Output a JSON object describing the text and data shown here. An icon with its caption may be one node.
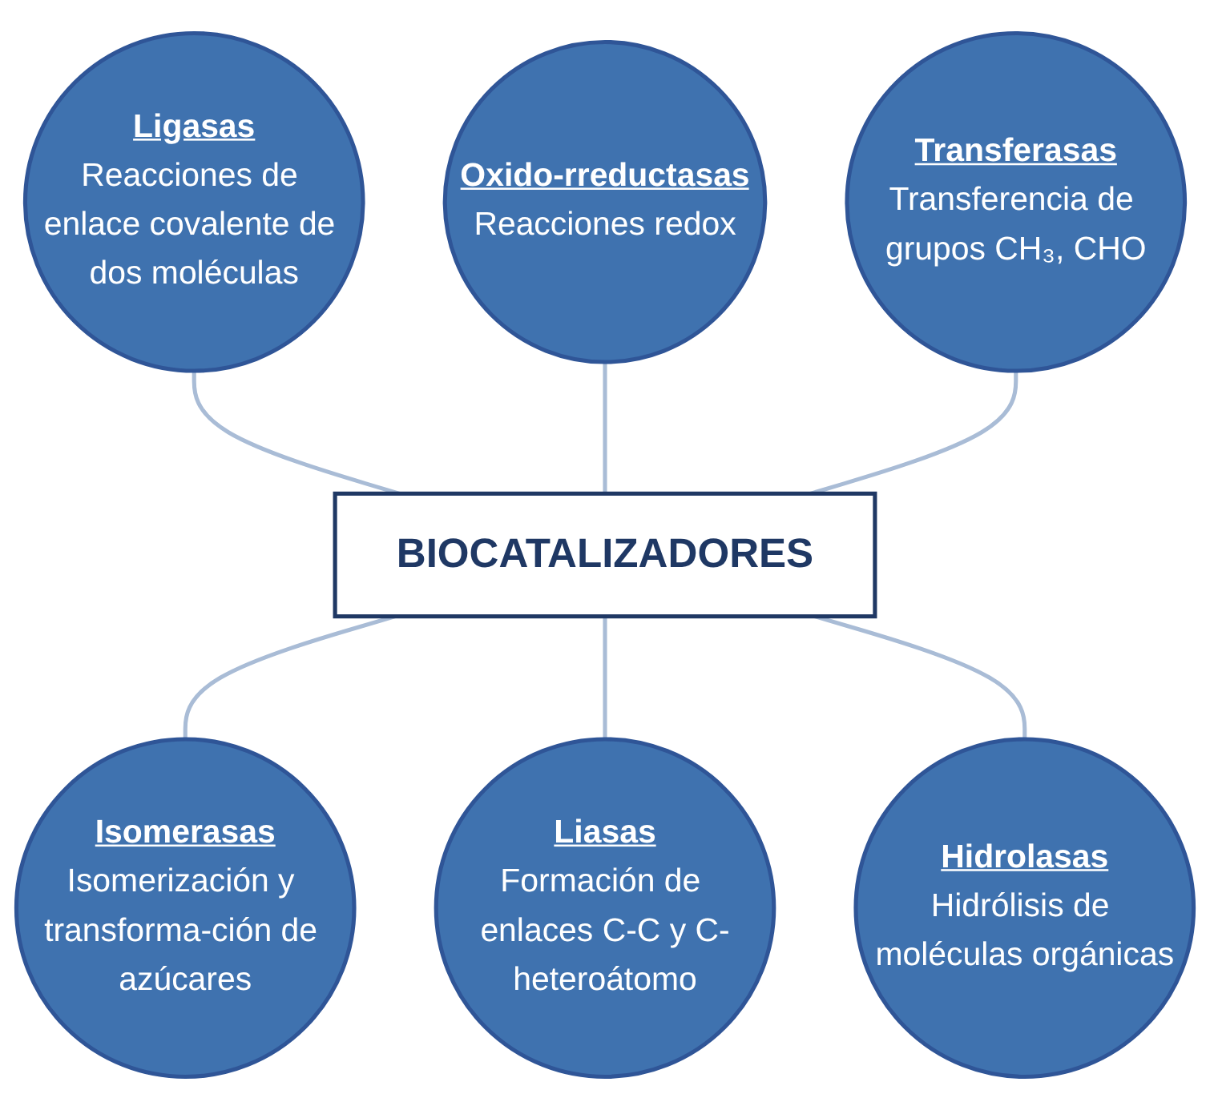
{
  "diagram": {
    "nodes": [
      {
        "text": [
          "Oxido-rreductasas",
          "Reacciones redox"
        ]
      },
      {
        "text": [
          "Ligasas",
          "Reacciones de enlace covalente de dos moléculas"
        ]
      },
      {
        "text": [
          "Transferasas",
          "Transferencia de grupos CH₃, CHO"
        ]
      },
      {
        "text": [
          "BIOCATALIZADORES"
        ]
      },
      {
        "text": [
          "Isomerasas",
          "Isomerización y transforma-ción de azúcares"
        ]
      },
      {
        "text": [
          "Hidrolasas",
          "Hidrólisis de moléculas orgánicas"
        ]
      },
      {
        "text": [
          "Liasas",
          "Formación de enlaces C-C y C-heteroátomo"
        ]
      }
    ],
    "edges": [
      {
        "from": 1,
        "to": 3,
        "arrow": "none"
      },
      {
        "from": 0,
        "to": 3,
        "arrow": "none"
      },
      {
        "from": 2,
        "to": 3,
        "arrow": "none"
      },
      {
        "from": 3,
        "to": 4,
        "arrow": "none"
      },
      {
        "from": 3,
        "to": 6,
        "arrow": "none"
      },
      {
        "from": 3,
        "to": 5,
        "arrow": "none"
      }
    ]
  }
}
